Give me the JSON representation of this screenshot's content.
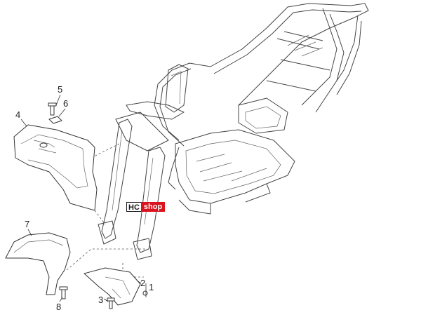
{
  "logo": {
    "hc": "HC",
    "shop": "shop"
  },
  "callouts": {
    "p1": "1",
    "p2": "2",
    "p3": "3",
    "p4": "4",
    "p5": "5",
    "p6": "6",
    "p7": "7",
    "p8": "8"
  }
}
